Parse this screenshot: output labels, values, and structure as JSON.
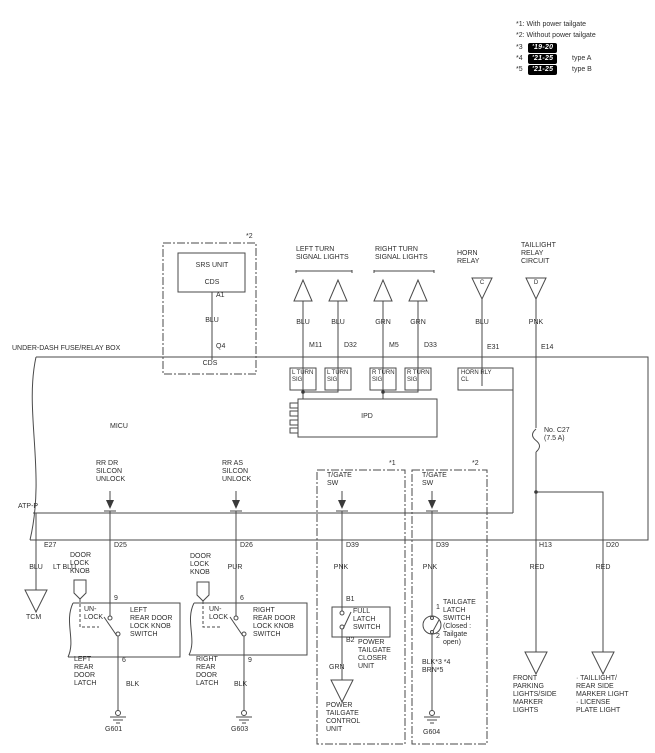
{
  "colors": {
    "line": "#4a4a4a",
    "text": "#2e2e2e",
    "badge_bg": "#000000",
    "badge_fg": "#ffffff"
  },
  "legend": {
    "i1": "*1: With power tailgate",
    "i2": "*2: Without power tailgate",
    "p3": "*3",
    "b3": "'19-20",
    "p4": "*4",
    "b4": "'21-25",
    "s4": "type A",
    "p5": "*5",
    "b5": "'21-25",
    "s5": "type B"
  },
  "srs": {
    "variant": "*2",
    "unit": "SRS UNIT",
    "cds1": "CDS",
    "pin": "A1",
    "wire": "BLU",
    "conn": "Q4",
    "cds2": "CDS"
  },
  "box": {
    "title": "UNDER-DASH FUSE/RELAY BOX",
    "micu": "MICU",
    "ipd": "IPD",
    "atpp": "ATP-P",
    "fuse": "No. C27\n(7.5 A)"
  },
  "pins": {
    "lt1": "L TURN\nSIG",
    "lt2": "L TURN\nSIG",
    "rt1": "R TURN\nSIG",
    "rt2": "R TURN\nSIG",
    "horn": "HORN RLY\nCL"
  },
  "top": {
    "left_turn": "LEFT TURN\nSIGNAL LIGHTS",
    "right_turn": "RIGHT TURN\nSIGNAL LIGHTS",
    "horn": "HORN\nRELAY",
    "horn_id": "C",
    "tl": "TAILLIGHT\nRELAY\nCIRCUIT",
    "tl_id": "D"
  },
  "tw": {
    "c1": "BLU",
    "c2": "BLU",
    "c3": "GRN",
    "c4": "GRN",
    "c5": "BLU",
    "c6": "PNK"
  },
  "tc": {
    "c1": "M11",
    "c2": "D32",
    "c3": "M5",
    "c4": "D33",
    "c5": "E31",
    "c6": "E14"
  },
  "mid": {
    "rr_dr": "RR DR\nSILCON\nUNLOCK",
    "rr_as": "RR AS\nSILCON\nUNLOCK",
    "tg1": "T/GATE\nSW",
    "tg1v": "*1",
    "tg2": "T/GATE\nSW",
    "tg2v": "*2"
  },
  "bc": {
    "e27": "E27",
    "d25": "D25",
    "d26": "D26",
    "d39a": "D39",
    "d39b": "D39",
    "h13": "H13",
    "d20": "D20"
  },
  "bw": {
    "e27": "BLU",
    "d25": "LT BLU",
    "d26": "PUR",
    "d39a": "PNK",
    "d39b": "PNK",
    "h13": "RED",
    "d20": "RED"
  },
  "tcm": "TCM",
  "llatch": {
    "knob": "DOOR\nLOCK\nKNOB",
    "pt": "9",
    "unlock": "UN-\nLOCK",
    "sw": "LEFT\nREAR DOOR\nLOCK KNOB\nSWITCH",
    "name": "LEFT\nREAR\nDOOR\nLATCH",
    "pb": "6",
    "wire": "BLK",
    "gnd": "G601"
  },
  "rlatch": {
    "knob": "DOOR\nLOCK\nKNOB",
    "pt": "6",
    "unlock": "UN-\nLOCK",
    "sw": "RIGHT\nREAR DOOR\nLOCK KNOB\nSWITCH",
    "name": "RIGHT\nREAR\nDOOR\nLATCH",
    "pb": "9",
    "wire": "BLK",
    "gnd": "G603"
  },
  "closer": {
    "pt": "B1",
    "sw": "FULL\nLATCH\nSWITCH",
    "pb": "B2",
    "unit": "POWER\nTAILGATE\nCLOSER\nUNIT",
    "wire": "GRN",
    "dest": "POWER\nTAILGATE\nCONTROL\nUNIT"
  },
  "tglatch": {
    "pt": "1",
    "label": "TAILGATE\nLATCH\nSWITCH\n(Closed :\nTailgate\nopen)",
    "pb": "2",
    "w1": "BLK*3 *4",
    "w2": "BRN*5",
    "gnd": "G604"
  },
  "dest": {
    "front": "FRONT\nPARKING\nLIGHTS/SIDE\nMARKER\nLIGHTS",
    "tail": "· TAILLIGHT/\nREAR SIDE\nMARKER LIGHT\n· LICENSE\nPLATE LIGHT"
  }
}
